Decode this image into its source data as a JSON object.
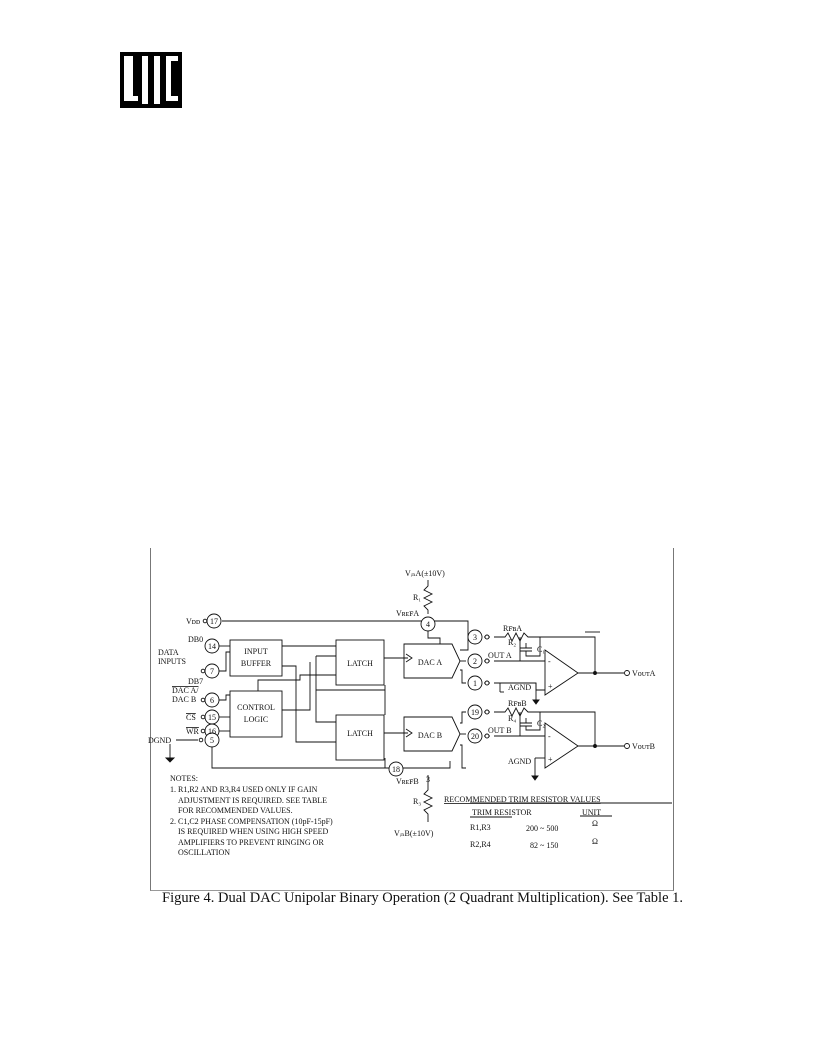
{
  "labels": {
    "vin_a": "VᵢₙA(±10V)",
    "r1": "R₁",
    "vref_a": "VʀᴇꜰA",
    "vdd": "Vᴅᴅ",
    "db0": "DB0",
    "data_inputs_line1": "DATA",
    "data_inputs_line2": "INPUTS",
    "db7": "DB7",
    "dac_ab_line1": "DAC A/",
    "dac_ab_line2": "DAC B",
    "cs": "CS",
    "wr": "WR",
    "dgnd": "DGND",
    "rfb_a": "RꜰʙA",
    "r2": "R₂",
    "c1": "C₁",
    "out_a": "OUT A",
    "agnd_a": "AGND",
    "vout_a": "VᴏᴜᴛA",
    "rfb_b": "RꜰʙB",
    "r4": "R₄",
    "c2": "C₂",
    "out_b": "OUT B",
    "agnd_b": "AGND",
    "vout_b": "VᴏᴜᴛB",
    "vref_b": "VʀᴇꜰB",
    "r3": "R₃",
    "vin_b": "VᵢₙB(±10V)"
  },
  "blocks": {
    "input_buffer_line1": "INPUT",
    "input_buffer_line2": "BUFFER",
    "control_logic_line1": "CONTROL",
    "control_logic_line2": "LOGIC",
    "latch_a": "LATCH",
    "latch_b": "LATCH",
    "dac_a": "DAC A",
    "dac_b": "DAC B"
  },
  "pins": {
    "p17": "17",
    "p14": "14",
    "p7": "7",
    "p6": "6",
    "p15": "15",
    "p16": "16",
    "p5": "5",
    "p4": "4",
    "p3": "3",
    "p2": "2",
    "p1": "1",
    "p19": "19",
    "p20": "20",
    "p18": "18",
    "p3b": "3"
  },
  "opamp_signs": {
    "minus": "-",
    "plus": "+"
  },
  "notes": {
    "title": "NOTES:",
    "lines": [
      "1. R1,R2 AND R3,R4 USED ONLY IF GAIN",
      "ADJUSTMENT IS REQUIRED. SEE TABLE",
      "FOR RECOMMENDED VALUES.",
      "2. C1,C2 PHASE COMPENSATION (10pF-15pF)",
      "IS REQUIRED WHEN USING HIGH SPEED",
      "AMPLIFIERS TO PREVENT RINGING OR",
      "OSCILLATION"
    ]
  },
  "table": {
    "title": "RECOMMENDED TRIM RESISTOR VALUES",
    "col_resistor": "TRIM RESISTOR",
    "col_unit": "UNIT",
    "rows": [
      {
        "resistor": "R1,R3",
        "value": "200 ~ 500",
        "unit": "Ω"
      },
      {
        "resistor": "R2,R4",
        "value": "82 ~ 150",
        "unit": "Ω"
      }
    ]
  },
  "caption": "Figure 4. Dual DAC Unipolar Binary Operation (2 Quadrant Multiplication). See Table 1."
}
